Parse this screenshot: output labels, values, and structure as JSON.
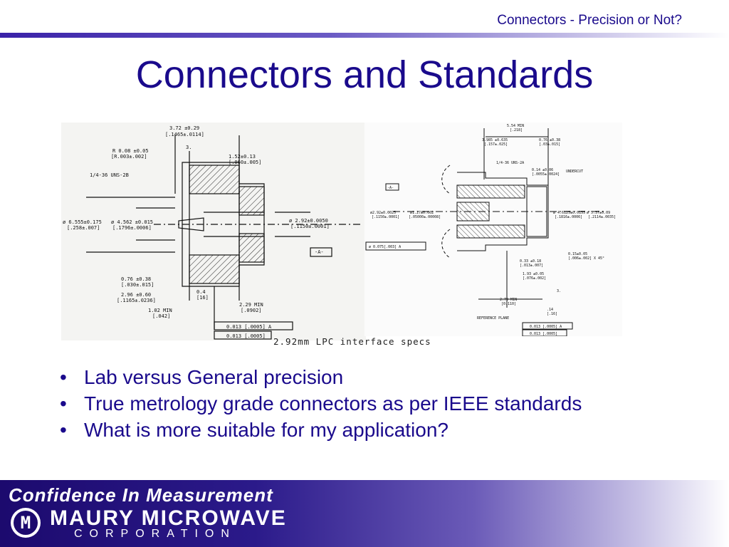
{
  "header": {
    "caption": "Connectors - Precision or Not?"
  },
  "title": "Connectors and Standards",
  "figure": {
    "caption": "2.92mm LPC interface specs",
    "left_dims": [
      "3.72 ±0.29",
      "[.1465±.0114]",
      "R 0.08 ±0.05",
      "[R.003±.002]",
      "3.",
      "1.52±0.13",
      "[.060±.005]",
      "1/4-36 UNS-2B",
      "ø 6.555±0.175",
      "[.258±.007]",
      "ø 4.562 ±0.015",
      "[.1796±.0006]",
      "ø 2.92±0.0050",
      "[.1150±.0001]",
      "-A-",
      "0.76 ±0.38",
      "[.030±.015]",
      "2.96 ±0.60",
      "[.1165±.0236]",
      "0.4",
      "[16]",
      "1.02 MIN",
      "[.042]",
      "2.29 MIN",
      "[.0902]",
      "0.013 [.0005] A",
      "0.013 [.0005]"
    ],
    "right_dims": [
      "5.54 MIN",
      "[.218]",
      "3.985 ±0.635",
      "[.157±.025]",
      "0.76 ±0.38",
      "[.03±.015]",
      "1/4-36 UNS-2A",
      "0.14 ±0.06",
      "[.0055±.0024]",
      "UNDERCUT",
      "-A-",
      "ø2.92±0.0025",
      "[.1150±.0001]",
      "ø1.27±0.002",
      "[.05000±.00008]",
      "ø 4.6125±0.0155",
      "[.1816±.0006]",
      "ø 5.37±0.09",
      "[.2114±.0035]",
      "ø 0.075[.003] A",
      "X 45°",
      "0.15±0.05",
      "[.006±.002]",
      "0.33 ±0.18",
      "[.013±.007]",
      "1.93 ±0.05",
      "[.076±.002]",
      "3.",
      "2.79 MIN",
      "[0.110]",
      "REFERENCE PLANE",
      ".14",
      "[.16]",
      "0.013 [.0005] A",
      "0.013 [.0005]"
    ]
  },
  "bullets": [
    "Lab versus General precision",
    "True metrology grade connectors as per IEEE standards",
    "What is more suitable for my application?"
  ],
  "bullet_symbol": "•",
  "footer": {
    "tagline": "Confidence In Measurement",
    "company": "MAURY MICROWAVE",
    "corporation": "CORPORATION",
    "logo_letter": "M"
  },
  "colors": {
    "title": "#1a0a8c",
    "band_dark": "#1c0a6e",
    "band_light": "#c8c2e6"
  }
}
